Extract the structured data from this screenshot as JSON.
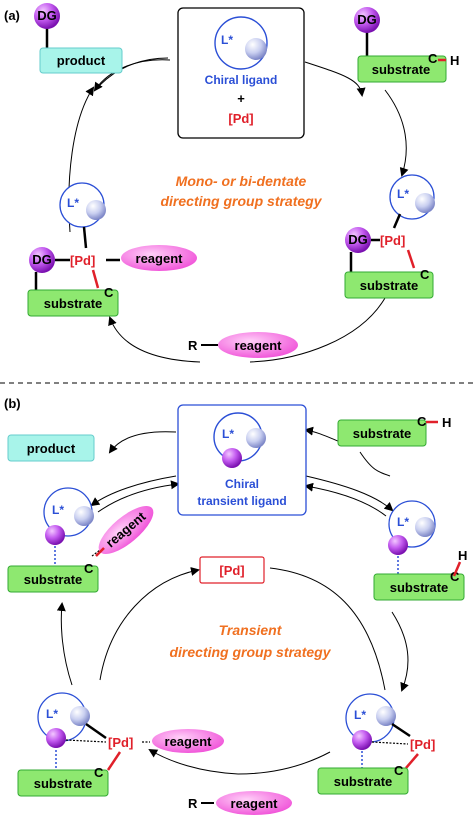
{
  "colors": {
    "purple": "#a020e0",
    "pd_red": "#e0202a",
    "ligand_blue": "#2b4fd6",
    "strategy_orange": "#f07020",
    "substrate_green": "#8ee870",
    "product_cyan": "#a8f4ea",
    "reagent_magenta": "#f46ae0"
  },
  "panel_a": {
    "label": "(a)",
    "center_box": {
      "ligand_label": "L*",
      "line1": "Chiral ligand",
      "plus": "+",
      "pd": "[Pd]"
    },
    "product": {
      "dg": "DG",
      "label": "product"
    },
    "start": {
      "dg": "DG",
      "substrate": "substrate",
      "c": "C",
      "h": "H"
    },
    "right_complex": {
      "ligand": "L*",
      "dg": "DG",
      "pd": "[Pd]",
      "substrate": "substrate",
      "c": "C"
    },
    "left_complex": {
      "ligand": "L*",
      "dg": "DG",
      "pd": "[Pd]",
      "reagent": "reagent",
      "substrate": "substrate",
      "c": "C"
    },
    "bottom_reagent": {
      "r": "R",
      "reagent": "reagent"
    },
    "strategy_line1": "Mono- or bi-dentate",
    "strategy_line2": "directing group strategy"
  },
  "panel_b": {
    "label": "(b)",
    "center_box": {
      "ligand_label": "L*",
      "line1": "Chiral",
      "line2": "transient ligand"
    },
    "product": {
      "label": "product"
    },
    "start": {
      "substrate": "substrate",
      "c": "C",
      "h": "H"
    },
    "pd_box": "[Pd]",
    "upper_left": {
      "ligand": "L*",
      "reagent": "reagent",
      "substrate": "substrate",
      "c": "C"
    },
    "upper_right": {
      "ligand": "L*",
      "substrate": "substrate",
      "c": "C",
      "h": "H"
    },
    "lower_left": {
      "ligand": "L*",
      "pd": "[Pd]",
      "reagent": "reagent",
      "substrate": "substrate",
      "c": "C"
    },
    "lower_right": {
      "ligand": "L*",
      "pd": "[Pd]",
      "substrate": "substrate",
      "c": "C"
    },
    "bottom_reagent": {
      "r": "R",
      "reagent": "reagent"
    },
    "strategy_line1": "Transient",
    "strategy_line2": "directing group strategy"
  }
}
